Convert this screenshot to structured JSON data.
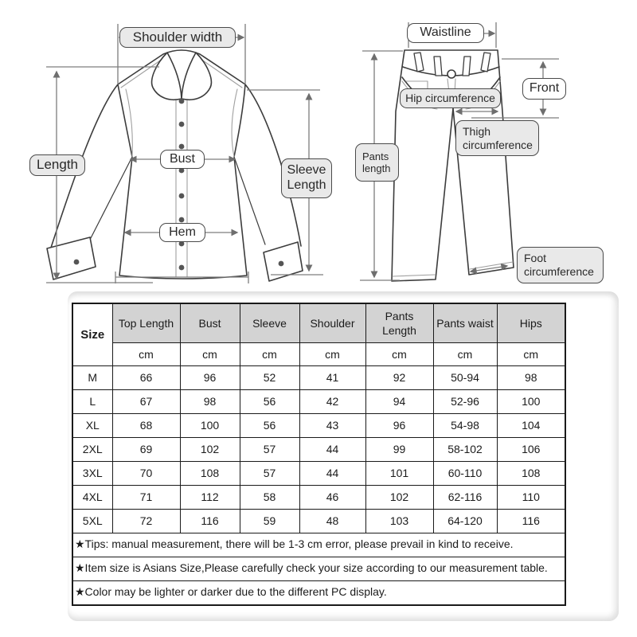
{
  "diagram": {
    "shirt": {
      "labels": {
        "shoulder_width": "Shoulder width",
        "length": "Length",
        "bust": "Bust",
        "hem": "Hem",
        "sleeve_length": "Sleeve\nLength"
      }
    },
    "pants": {
      "labels": {
        "waistline": "Waistline",
        "front": "Front",
        "hip": "Hip circumference",
        "thigh": "Thigh\ncircumference",
        "pants_length": "Pants\nlength",
        "foot": "Foot\ncircumference"
      }
    }
  },
  "size_table": {
    "corner_label": "Size",
    "columns": [
      "Top Length",
      "Bust",
      "Sleeve",
      "Shoulder",
      "Pants Length",
      "Pants waist",
      "Hips"
    ],
    "unit": "cm",
    "rows": [
      {
        "size": "M",
        "values": [
          "66",
          "96",
          "52",
          "41",
          "92",
          "50-94",
          "98"
        ]
      },
      {
        "size": "L",
        "values": [
          "67",
          "98",
          "56",
          "42",
          "94",
          "52-96",
          "100"
        ]
      },
      {
        "size": "XL",
        "values": [
          "68",
          "100",
          "56",
          "43",
          "96",
          "54-98",
          "104"
        ]
      },
      {
        "size": "2XL",
        "values": [
          "69",
          "102",
          "57",
          "44",
          "99",
          "58-102",
          "106"
        ]
      },
      {
        "size": "3XL",
        "values": [
          "70",
          "108",
          "57",
          "44",
          "101",
          "60-110",
          "108"
        ]
      },
      {
        "size": "4XL",
        "values": [
          "71",
          "112",
          "58",
          "46",
          "102",
          "62-116",
          "110"
        ]
      },
      {
        "size": "5XL",
        "values": [
          "72",
          "116",
          "59",
          "48",
          "103",
          "64-120",
          "116"
        ]
      }
    ],
    "notes": [
      "★Tips: manual measurement, there will be 1-3 cm error, please prevail in kind to receive.",
      "★Item size is Asians Size,Please carefully check your size according to our measurement table.",
      "★Color may be lighter or darker due to the different PC display."
    ]
  },
  "colors": {
    "line": "#7d7d7d",
    "outline": "#3c3c3c",
    "soft": "#a0a0a0",
    "label_fill": "#e9e9e9",
    "header_bg": "#d3d3d3",
    "table_border": "#1a1a1a"
  }
}
